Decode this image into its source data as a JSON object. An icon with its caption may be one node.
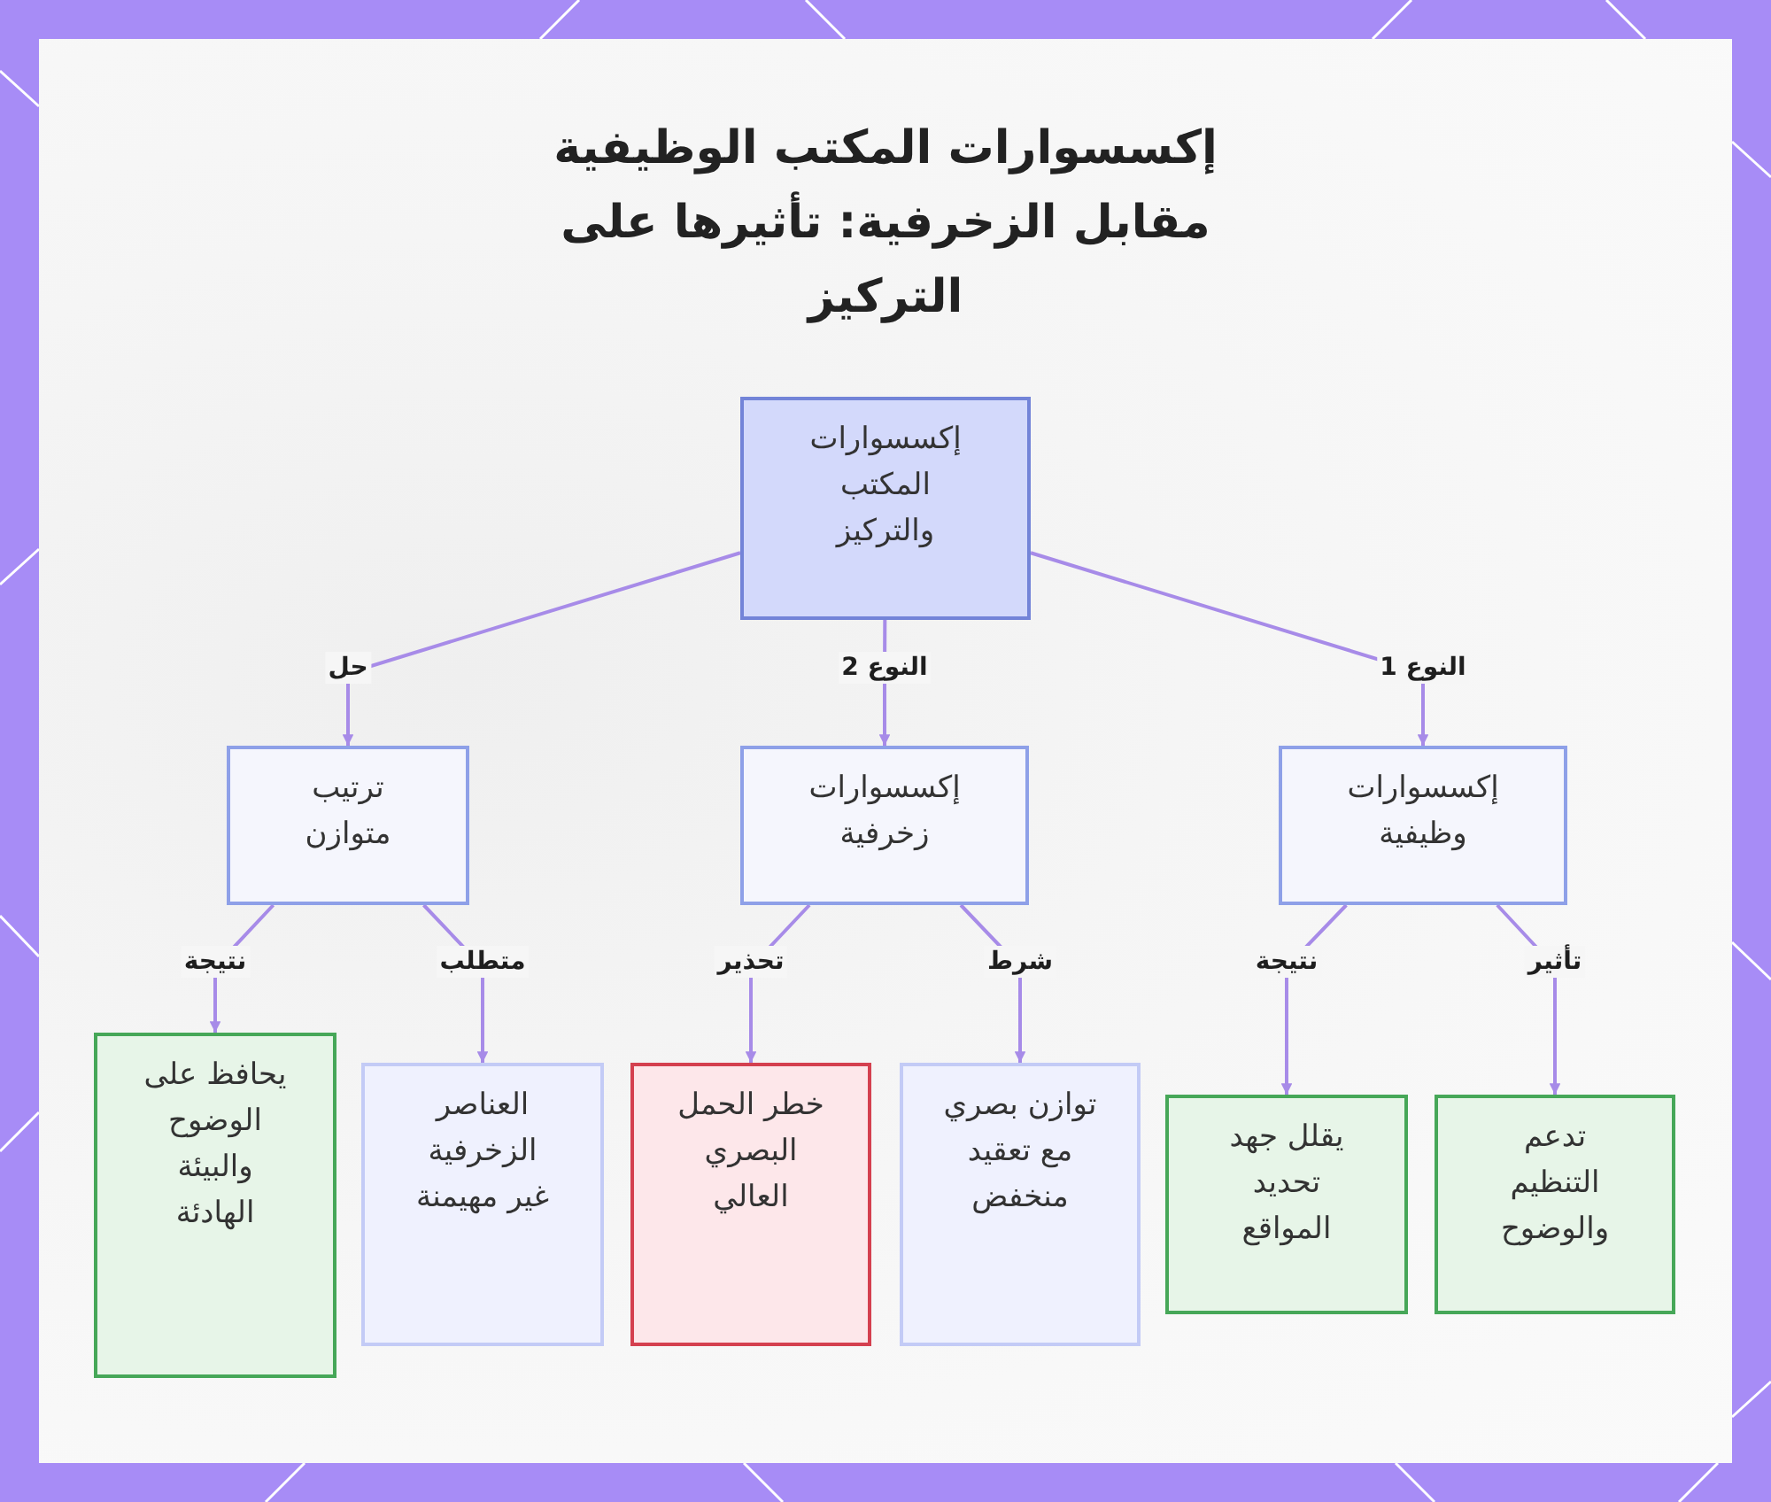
{
  "diagram": {
    "title": "إكسسوارات المكتب الوظيفية مقابل الزخرفية: تأثيرها على التركيز",
    "nodes": [
      {
        "text": [
          "إكسسوارات المكتب والتركيز"
        ]
      },
      {
        "text": [
          "إكسسوارات وظيفية"
        ]
      },
      {
        "text": [
          "إكسسوارات زخرفية"
        ]
      },
      {
        "text": [
          "ترتيب متوازن"
        ]
      },
      {
        "text": [
          "تدعم التنظيم والوضوح"
        ]
      },
      {
        "text": [
          "يقلل جهد تحديد المواقع"
        ]
      },
      {
        "text": [
          "توازن بصري مع تعقيد منخفض"
        ]
      },
      {
        "text": [
          "خطر الحمل البصري العالي"
        ]
      },
      {
        "text": [
          "العناصر الزخرفية غير مهيمنة"
        ]
      },
      {
        "text": [
          "يحافظ على الوضوح والبيئة الهادئة"
        ]
      }
    ],
    "edges": [
      {
        "from": 0,
        "to": 1,
        "arrow": "to",
        "label": "النوع 1"
      },
      {
        "from": 0,
        "to": 2,
        "arrow": "to",
        "label": "النوع 2"
      },
      {
        "from": 0,
        "to": 3,
        "arrow": "to",
        "label": "حل"
      },
      {
        "from": 1,
        "to": 4,
        "arrow": "to",
        "label": "تأثير"
      },
      {
        "from": 1,
        "to": 5,
        "arrow": "to",
        "label": "نتيجة"
      },
      {
        "from": 2,
        "to": 6,
        "arrow": "to",
        "label": "شرط"
      },
      {
        "from": 2,
        "to": 7,
        "arrow": "to",
        "label": "تحذير"
      },
      {
        "from": 3,
        "to": 8,
        "arrow": "to",
        "label": "متطلب"
      },
      {
        "from": 3,
        "to": 9,
        "arrow": "to",
        "label": "نتيجة"
      }
    ]
  }
}
